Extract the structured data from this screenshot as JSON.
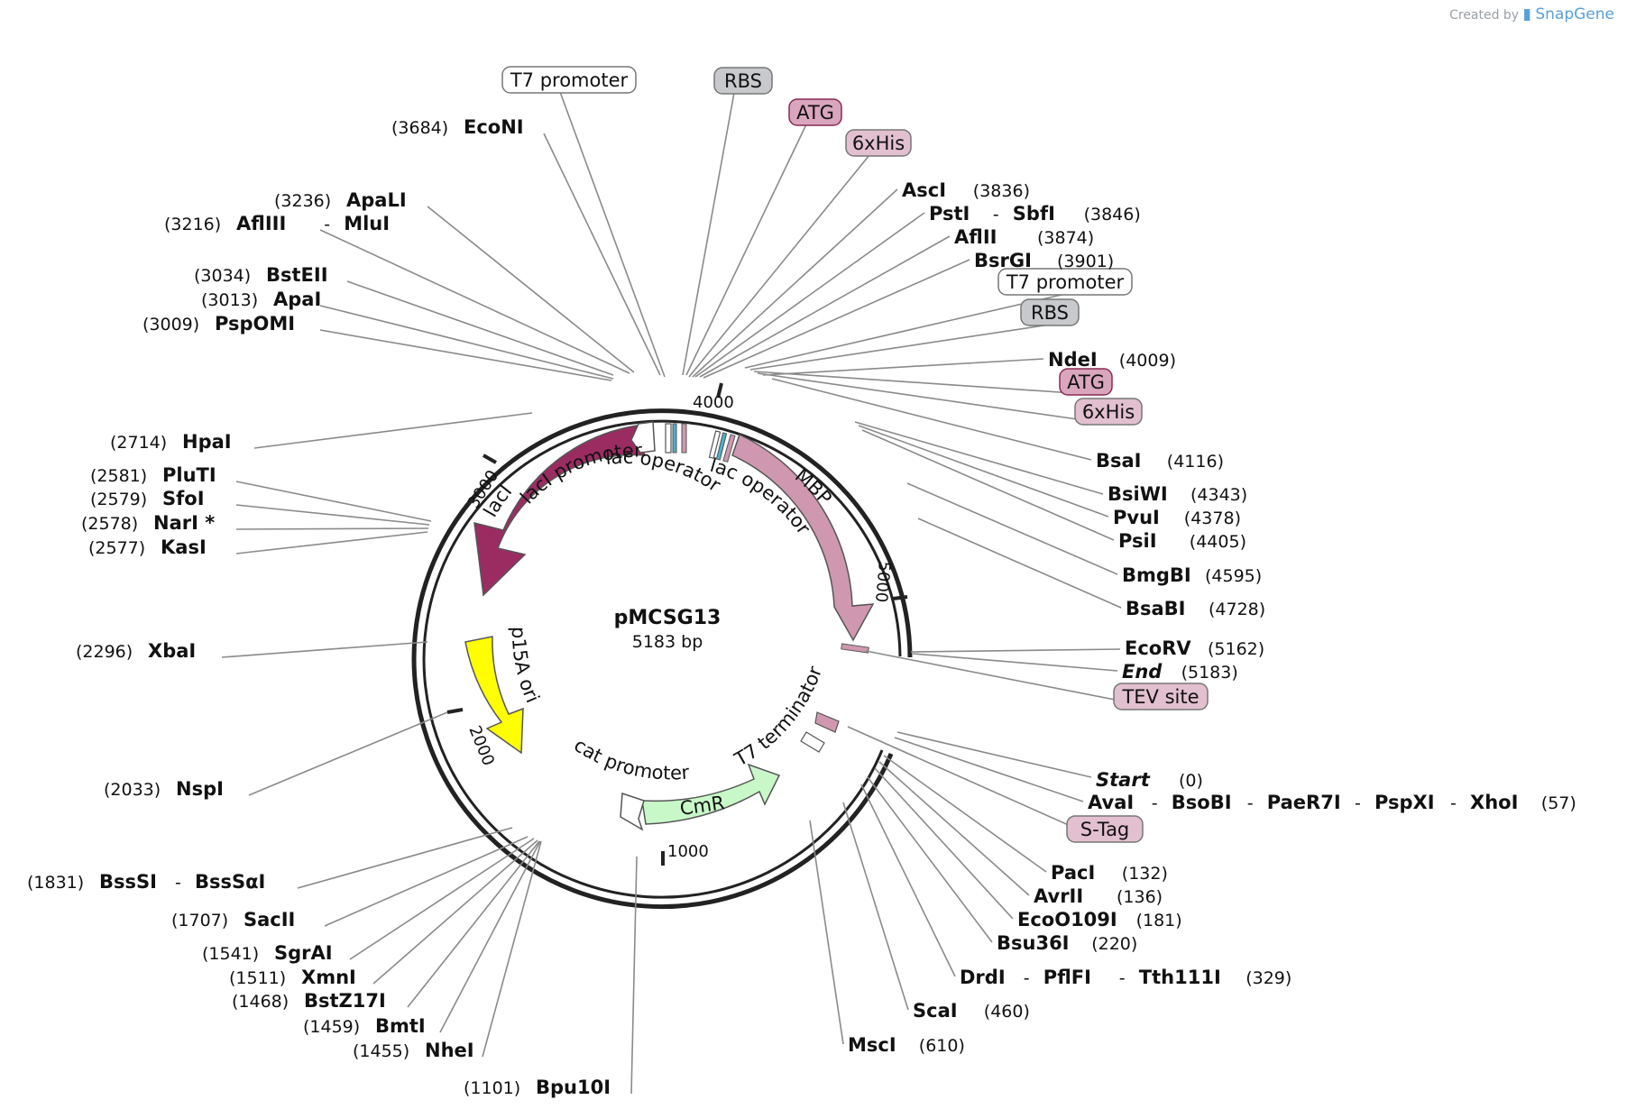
{
  "credit": {
    "prefix": "Created by",
    "brand": "SnapGene"
  },
  "plasmid": {
    "name": "pMCSG13",
    "length_label": "5183 bp",
    "length": 5183
  },
  "ticks": [
    {
      "bp": 1000,
      "label": "1000"
    },
    {
      "bp": 2000,
      "label": "2000"
    },
    {
      "bp": 3000,
      "label": "3000"
    },
    {
      "bp": 4000,
      "label": "4000"
    },
    {
      "bp": 5000,
      "label": "5000"
    }
  ],
  "features": [
    {
      "name": "lacI",
      "color": "#9b2c62",
      "text_color": "#ffffff"
    },
    {
      "name": "MBP",
      "color": "#cf98b0",
      "text_color": "#111111"
    },
    {
      "name": "p15A ori",
      "color": "#ffff00",
      "text_color": "#111111"
    },
    {
      "name": "CmR",
      "color": "#c8f8c8",
      "text_color": "#111111"
    },
    {
      "name": "lacI promoter",
      "color": "#ffffff",
      "text_color": "#111111"
    },
    {
      "name": "lac operator",
      "color": "#ffffff",
      "text_color": "#111111"
    },
    {
      "name": "cat promoter",
      "color": "#ffffff",
      "text_color": "#111111"
    },
    {
      "name": "T7 terminator",
      "color": "#ffffff",
      "text_color": "#111111"
    }
  ],
  "boxed_labels": [
    {
      "text": "T7 promoter",
      "style": "white"
    },
    {
      "text": "RBS",
      "style": "gray"
    },
    {
      "text": "ATG",
      "style": "dark-pink"
    },
    {
      "text": "6xHis",
      "style": "pink"
    },
    {
      "text": "T7 promoter",
      "style": "white"
    },
    {
      "text": "RBS",
      "style": "gray"
    },
    {
      "text": "ATG",
      "style": "dark-pink"
    },
    {
      "text": "6xHis",
      "style": "pink"
    },
    {
      "text": "TEV site",
      "style": "pink"
    },
    {
      "text": "S-Tag",
      "style": "pink"
    }
  ],
  "colors": {
    "white": "#ffffff",
    "gray": "#c7c9cc",
    "pink": "#e2c0cf",
    "dark-pink": "#d9a6bd",
    "outline": "#555555"
  },
  "enzymes_right": [
    {
      "names": [
        "AscI"
      ],
      "pos": "(3836)"
    },
    {
      "names": [
        "PstI",
        "SbfI"
      ],
      "pos": "(3846)"
    },
    {
      "names": [
        "AflII"
      ],
      "pos": "(3874)"
    },
    {
      "names": [
        "BsrGI"
      ],
      "pos": "(3901)"
    },
    {
      "names": [
        "NdeI"
      ],
      "pos": "(4009)"
    },
    {
      "names": [
        "BsaI"
      ],
      "pos": "(4116)"
    },
    {
      "names": [
        "BsiWI"
      ],
      "pos": "(4343)"
    },
    {
      "names": [
        "PvuI"
      ],
      "pos": "(4378)"
    },
    {
      "names": [
        "PsiI"
      ],
      "pos": "(4405)"
    },
    {
      "names": [
        "BmgBI"
      ],
      "pos": "(4595)"
    },
    {
      "names": [
        "BsaBI"
      ],
      "pos": "(4728)"
    },
    {
      "names": [
        "EcoRV"
      ],
      "pos": "(5162)"
    },
    {
      "names": [
        "End"
      ],
      "pos": "(5183)",
      "italic": true
    },
    {
      "names": [
        "Start"
      ],
      "pos": "(0)",
      "italic": true
    },
    {
      "names": [
        "AvaI",
        "BsoBI",
        "PaeR7I",
        "PspXI",
        "XhoI"
      ],
      "pos": "(57)"
    },
    {
      "names": [
        "PacI"
      ],
      "pos": "(132)"
    },
    {
      "names": [
        "AvrII"
      ],
      "pos": "(136)"
    },
    {
      "names": [
        "EcoO109I"
      ],
      "pos": "(181)"
    },
    {
      "names": [
        "Bsu36I"
      ],
      "pos": "(220)"
    },
    {
      "names": [
        "DrdI",
        "PflFI",
        "Tth111I"
      ],
      "pos": "(329)"
    },
    {
      "names": [
        "ScaI"
      ],
      "pos": "(460)"
    },
    {
      "names": [
        "MscI"
      ],
      "pos": "(610)"
    }
  ],
  "enzymes_left": [
    {
      "names": [
        "EcoNI"
      ],
      "pos": "(3684)"
    },
    {
      "names": [
        "ApaLI"
      ],
      "pos": "(3236)"
    },
    {
      "names": [
        "AflIII",
        "MluI"
      ],
      "pos": "(3216)"
    },
    {
      "names": [
        "BstEII"
      ],
      "pos": "(3034)"
    },
    {
      "names": [
        "ApaI"
      ],
      "pos": "(3013)"
    },
    {
      "names": [
        "PspOMI"
      ],
      "pos": "(3009)"
    },
    {
      "names": [
        "HpaI"
      ],
      "pos": "(2714)"
    },
    {
      "names": [
        "PluTI"
      ],
      "pos": "(2581)"
    },
    {
      "names": [
        "SfoI"
      ],
      "pos": "(2579)"
    },
    {
      "names": [
        "NarI *"
      ],
      "pos": "(2578)",
      "gray": true
    },
    {
      "names": [
        "KasI"
      ],
      "pos": "(2577)"
    },
    {
      "names": [
        "XbaI"
      ],
      "pos": "(2296)"
    },
    {
      "names": [
        "NspI"
      ],
      "pos": "(2033)"
    },
    {
      "names": [
        "BssSI",
        "BssSαI"
      ],
      "pos": "(1831)"
    },
    {
      "names": [
        "SacII"
      ],
      "pos": "(1707)"
    },
    {
      "names": [
        "SgrAI"
      ],
      "pos": "(1541)"
    },
    {
      "names": [
        "XmnI"
      ],
      "pos": "(1511)"
    },
    {
      "names": [
        "BstZ17I"
      ],
      "pos": "(1468)"
    },
    {
      "names": [
        "BmtI"
      ],
      "pos": "(1459)"
    },
    {
      "names": [
        "NheI"
      ],
      "pos": "(1455)"
    },
    {
      "names": [
        "Bpu10I"
      ],
      "pos": "(1101)"
    }
  ]
}
